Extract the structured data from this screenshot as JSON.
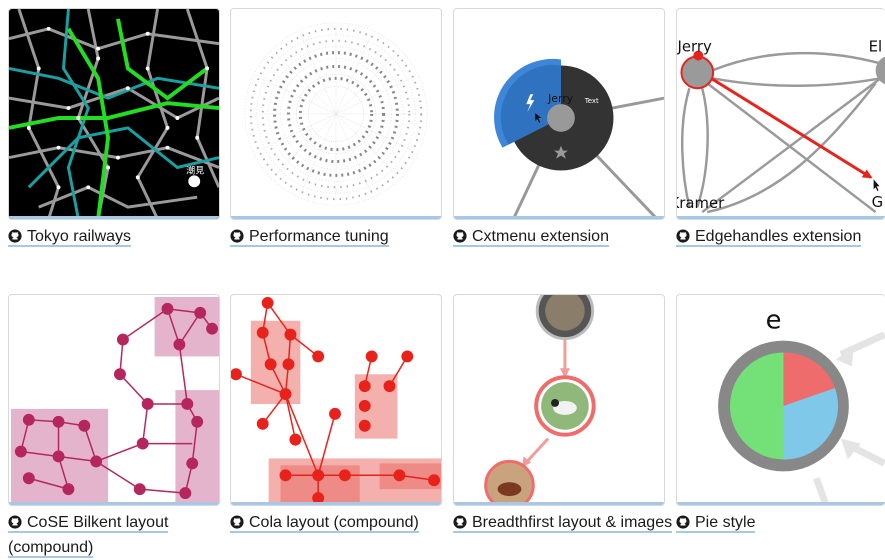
{
  "cards": [
    {
      "title": "Tokyo railways",
      "thumb_text": [
        "潮見"
      ]
    },
    {
      "title": "Performance tuning"
    },
    {
      "title": "Cxtmenu extension",
      "thumb_text": [
        "Jerry",
        "Text"
      ]
    },
    {
      "title": "Edgehandles extension",
      "thumb_text": [
        "Jerry",
        "El",
        "Kramer",
        "G"
      ]
    },
    {
      "title": "CoSE Bilkent layout (compound)"
    },
    {
      "title": "Cola layout (compound)"
    },
    {
      "title": "Breadthfirst layout & images"
    },
    {
      "title": "Pie style",
      "thumb_text": [
        "e"
      ]
    }
  ],
  "icons": {
    "repo": "github-icon"
  },
  "colors": {
    "link_underline": "#a7c7e7",
    "cose": "#b5265f",
    "cola": "#e8221b",
    "edge_red": "#e8221b"
  }
}
